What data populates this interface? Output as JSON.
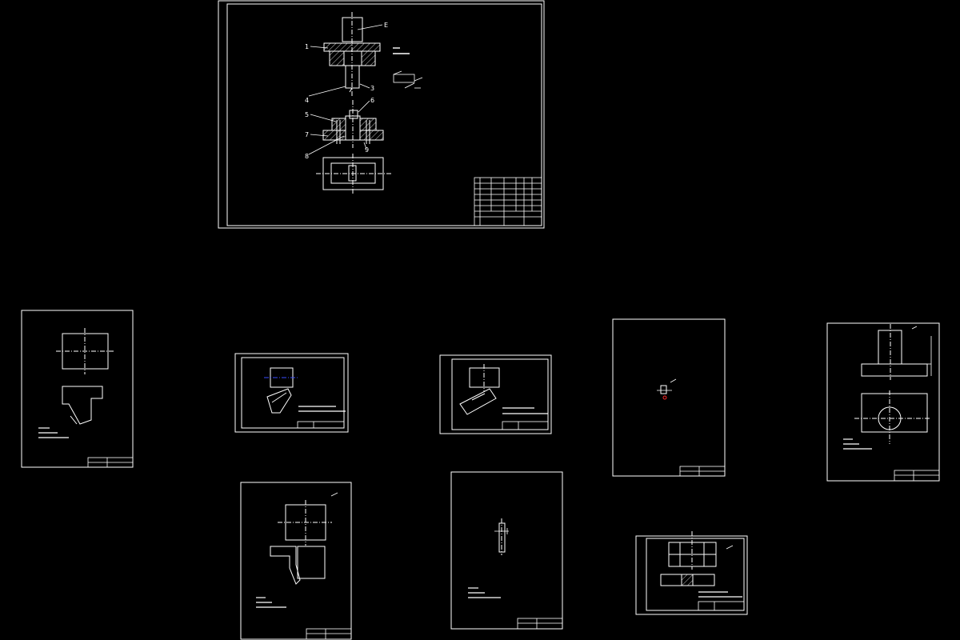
{
  "colors": {
    "background": "#000000",
    "line": "#ffffff",
    "hatch": "#ffffff",
    "accent_blue": "#3a4dff",
    "accent_red": "#ff2a2a"
  },
  "main_drawing": {
    "part_labels": [
      "E",
      "1",
      "3",
      "4",
      "5",
      "6",
      "7",
      "8",
      "9"
    ]
  }
}
